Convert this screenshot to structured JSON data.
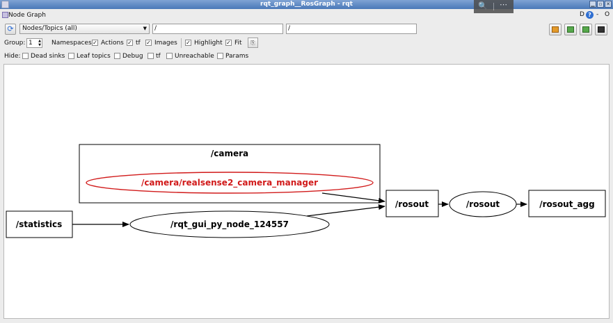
{
  "window": {
    "title": "rqt_graph__RosGraph - rqt"
  },
  "dock": {
    "title": "Node Graph",
    "d_label": "D",
    "help_label": "?",
    "dash_label": "-",
    "o_label": "O"
  },
  "toolbar": {
    "mode_selected": "Nodes/Topics (all)",
    "filter_include": "/",
    "filter_exclude": "/"
  },
  "options": {
    "group_label": "Group:",
    "group_value": "1",
    "namespaces": {
      "label": "Namespaces",
      "checked": true
    },
    "actions": {
      "label": "Actions",
      "checked": true
    },
    "tf": {
      "label": "tf",
      "checked": true
    },
    "images": {
      "label": "Images",
      "checked": true
    },
    "highlight": {
      "label": "Highlight",
      "checked": true
    },
    "fit": {
      "label": "Fit",
      "checked": true
    }
  },
  "hide": {
    "label": "Hide:",
    "dead_sinks": {
      "label": "Dead sinks",
      "checked": false
    },
    "leaf_topics": {
      "label": "Leaf topics",
      "checked": false
    },
    "debug": {
      "label": "Debug",
      "checked": false
    },
    "tf": {
      "label": "tf",
      "checked": false
    },
    "unreachable": {
      "label": "Unreachable",
      "checked": false
    },
    "params": {
      "label": "Params",
      "checked": false
    }
  },
  "graph": {
    "camera_group": "/camera",
    "camera_manager": "/camera/realsense2_camera_manager",
    "statistics": "/statistics",
    "rqt_gui_node": "/rqt_gui_py_node_124557",
    "rosout_topic": "/rosout",
    "rosout_node": "/rosout",
    "rosout_agg": "/rosout_agg"
  },
  "colors": {
    "highlight": "#d11a1a",
    "titlebar": "#4a78b8"
  }
}
